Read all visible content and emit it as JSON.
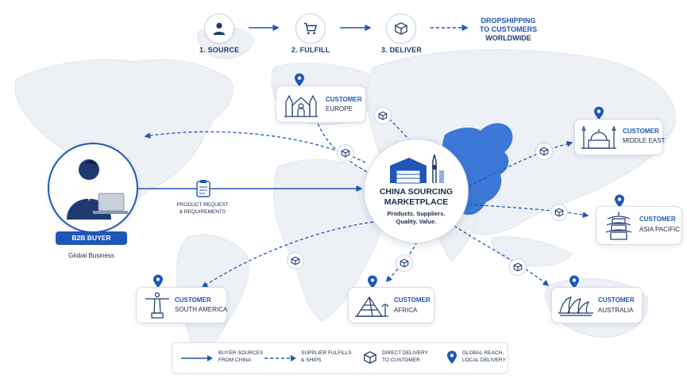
{
  "steps": [
    {
      "label": "1. SOURCE",
      "icon": "user-icon"
    },
    {
      "label": "2. FULFILL",
      "icon": "cart-icon"
    },
    {
      "label": "3. DELIVER",
      "icon": "box-icon"
    }
  ],
  "dropshipping": {
    "line1": "DROPSHIPPING",
    "line2": "TO CUSTOMERS",
    "line3": "WORLDWIDE"
  },
  "hub": {
    "title_line1": "CHINA SOURCING",
    "title_line2": "MARKETPLACE",
    "sub_line1": "Products. Suppliers.",
    "sub_line2": "Quality. Value."
  },
  "buyer": {
    "badge": "B2B BUYER",
    "subtitle": "Global Business",
    "request_line1": "PRODUCT REQUEST",
    "request_line2": "& REQUIREMENTS"
  },
  "customers": [
    {
      "title": "CUSTOMER",
      "region": "EUROPE",
      "landmark": "cathedral-icon"
    },
    {
      "title": "CUSTOMER",
      "region": "MIDDLE EAST",
      "landmark": "mosque-icon"
    },
    {
      "title": "CUSTOMER",
      "region": "ASIA PACIFIC",
      "landmark": "pagoda-icon"
    },
    {
      "title": "CUSTOMER",
      "region": "SOUTH AMERICA",
      "landmark": "christ-statue-icon"
    },
    {
      "title": "CUSTOMER",
      "region": "AFRICA",
      "landmark": "pyramid-icon"
    },
    {
      "title": "CUSTOMER",
      "region": "AUSTRALIA",
      "landmark": "opera-house-icon"
    }
  ],
  "legend": [
    {
      "line1": "BUYER SOURCES",
      "line2": "FROM CHINA",
      "icon": "solid-arrow-icon"
    },
    {
      "line1": "SUPPLIER FULFILLS",
      "line2": "& SHIPS",
      "icon": "dashed-arrow-icon"
    },
    {
      "line1": "DIRECT DELIVERY",
      "line2": "TO CUSTOMER",
      "icon": "box-icon"
    },
    {
      "line1": "GLOBAL REACH,",
      "line2": "LOCAL DELIVERY",
      "icon": "location-pin-icon"
    }
  ],
  "colors": {
    "accent": "#1f56b8",
    "navy": "#1a2b4a",
    "china_highlight": "#3d78d8",
    "map_land": "#edf0f5"
  }
}
